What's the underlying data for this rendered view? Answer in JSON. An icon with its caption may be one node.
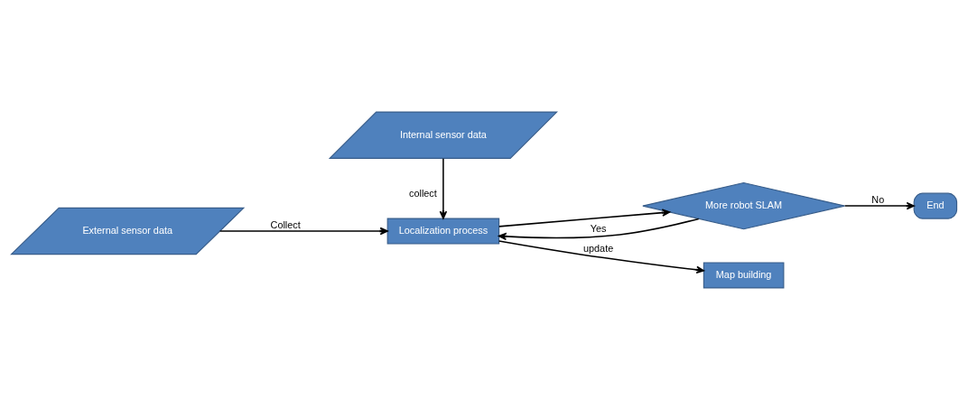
{
  "diagram": {
    "nodes": [
      {
        "text": [
          "External sensor data"
        ]
      },
      {
        "text": [
          "Localization process"
        ]
      },
      {
        "text": [
          "More robot SLAM"
        ]
      },
      {
        "text": [
          "End"
        ]
      },
      {
        "text": [
          "Map building"
        ]
      },
      {
        "text": [
          "Internal sensor data"
        ]
      }
    ],
    "edges": [
      {
        "from": 0,
        "to": 1,
        "arrow": "to",
        "label": "Collect"
      },
      {
        "from": 5,
        "to": 1,
        "arrow": "to",
        "label": "collect"
      },
      {
        "from": 1,
        "to": 2,
        "arrow": "to"
      },
      {
        "from": 2,
        "to": 1,
        "arrow": "to",
        "label": "Yes"
      },
      {
        "from": 2,
        "to": 3,
        "arrow": "to",
        "label": "No"
      },
      {
        "from": 1,
        "to": 4,
        "arrow": "to",
        "label": "update"
      }
    ]
  }
}
